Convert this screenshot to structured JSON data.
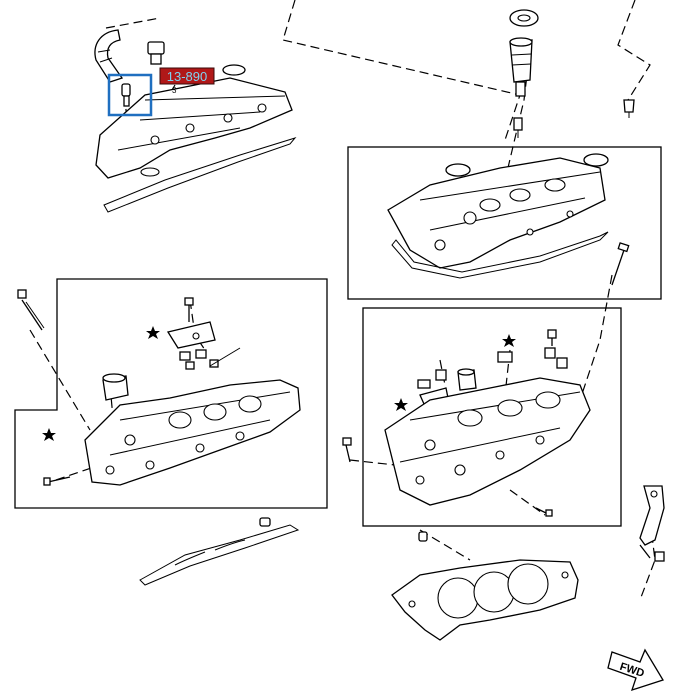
{
  "callout": {
    "part_number": "13-890",
    "index_mark": "3"
  },
  "direction_label": "FWD",
  "highlight": {
    "box_color": "#1f6fc0",
    "tag_color": "#b01818",
    "tag_text_color": "#7fd3f0"
  }
}
